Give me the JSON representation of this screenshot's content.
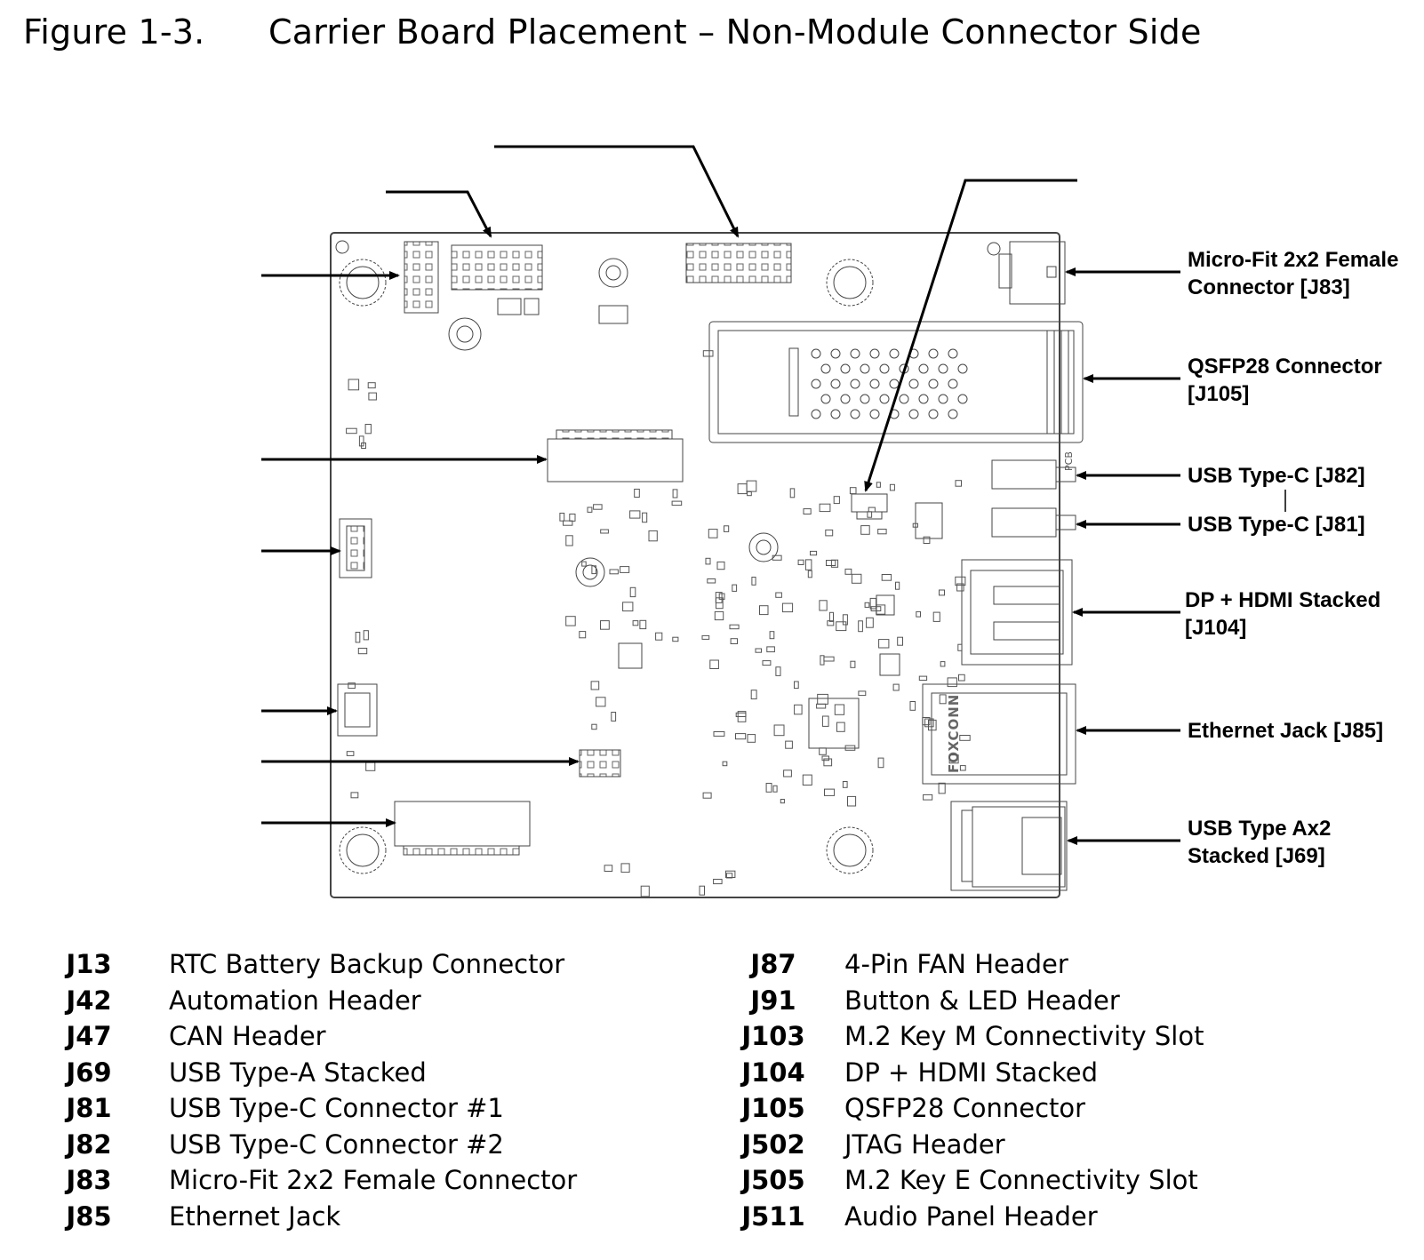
{
  "figure": {
    "number": "Figure 1-3.",
    "title": "Carrier Board Placement – Non-Module Connector Side"
  },
  "callouts": {
    "j83": "Micro-Fit 2x2 Female\nConnector [J83]",
    "j105": "QSFP28 Connector\n[J105]",
    "j82": "USB Type-C [J82]",
    "j81": "USB Type-C [J81]",
    "j104": "DP + HDMI Stacked\n[J104]",
    "j85": "Ethernet Jack [J85]",
    "j69": "USB Type Ax2\nStacked [J69]"
  },
  "board_marks": {
    "foxconn": "FOXCONN",
    "pcb": "PCB"
  },
  "legend_left": [
    {
      "ref": "J13",
      "desc": "RTC Battery Backup Connector"
    },
    {
      "ref": "J42",
      "desc": "Automation Header"
    },
    {
      "ref": "J47",
      "desc": "CAN Header"
    },
    {
      "ref": "J69",
      "desc": "USB Type-A Stacked"
    },
    {
      "ref": "J81",
      "desc": "USB Type-C Connector #1"
    },
    {
      "ref": "J82",
      "desc": "USB Type-C Connector #2"
    },
    {
      "ref": "J83",
      "desc": "Micro-Fit 2x2 Female Connector"
    },
    {
      "ref": "J85",
      "desc": "Ethernet Jack"
    }
  ],
  "legend_right": [
    {
      "ref": "J87",
      "desc": "4-Pin FAN Header"
    },
    {
      "ref": "J91",
      "desc": "Button & LED Header"
    },
    {
      "ref": "J103",
      "desc": "M.2 Key M Connectivity Slot"
    },
    {
      "ref": "J104",
      "desc": "DP + HDMI Stacked"
    },
    {
      "ref": "J105",
      "desc": "QSFP28 Connector"
    },
    {
      "ref": "J502",
      "desc": "JTAG Header"
    },
    {
      "ref": "J505",
      "desc": "M.2 Key E Connectivity Slot"
    },
    {
      "ref": "J511",
      "desc": "Audio Panel Header"
    }
  ]
}
